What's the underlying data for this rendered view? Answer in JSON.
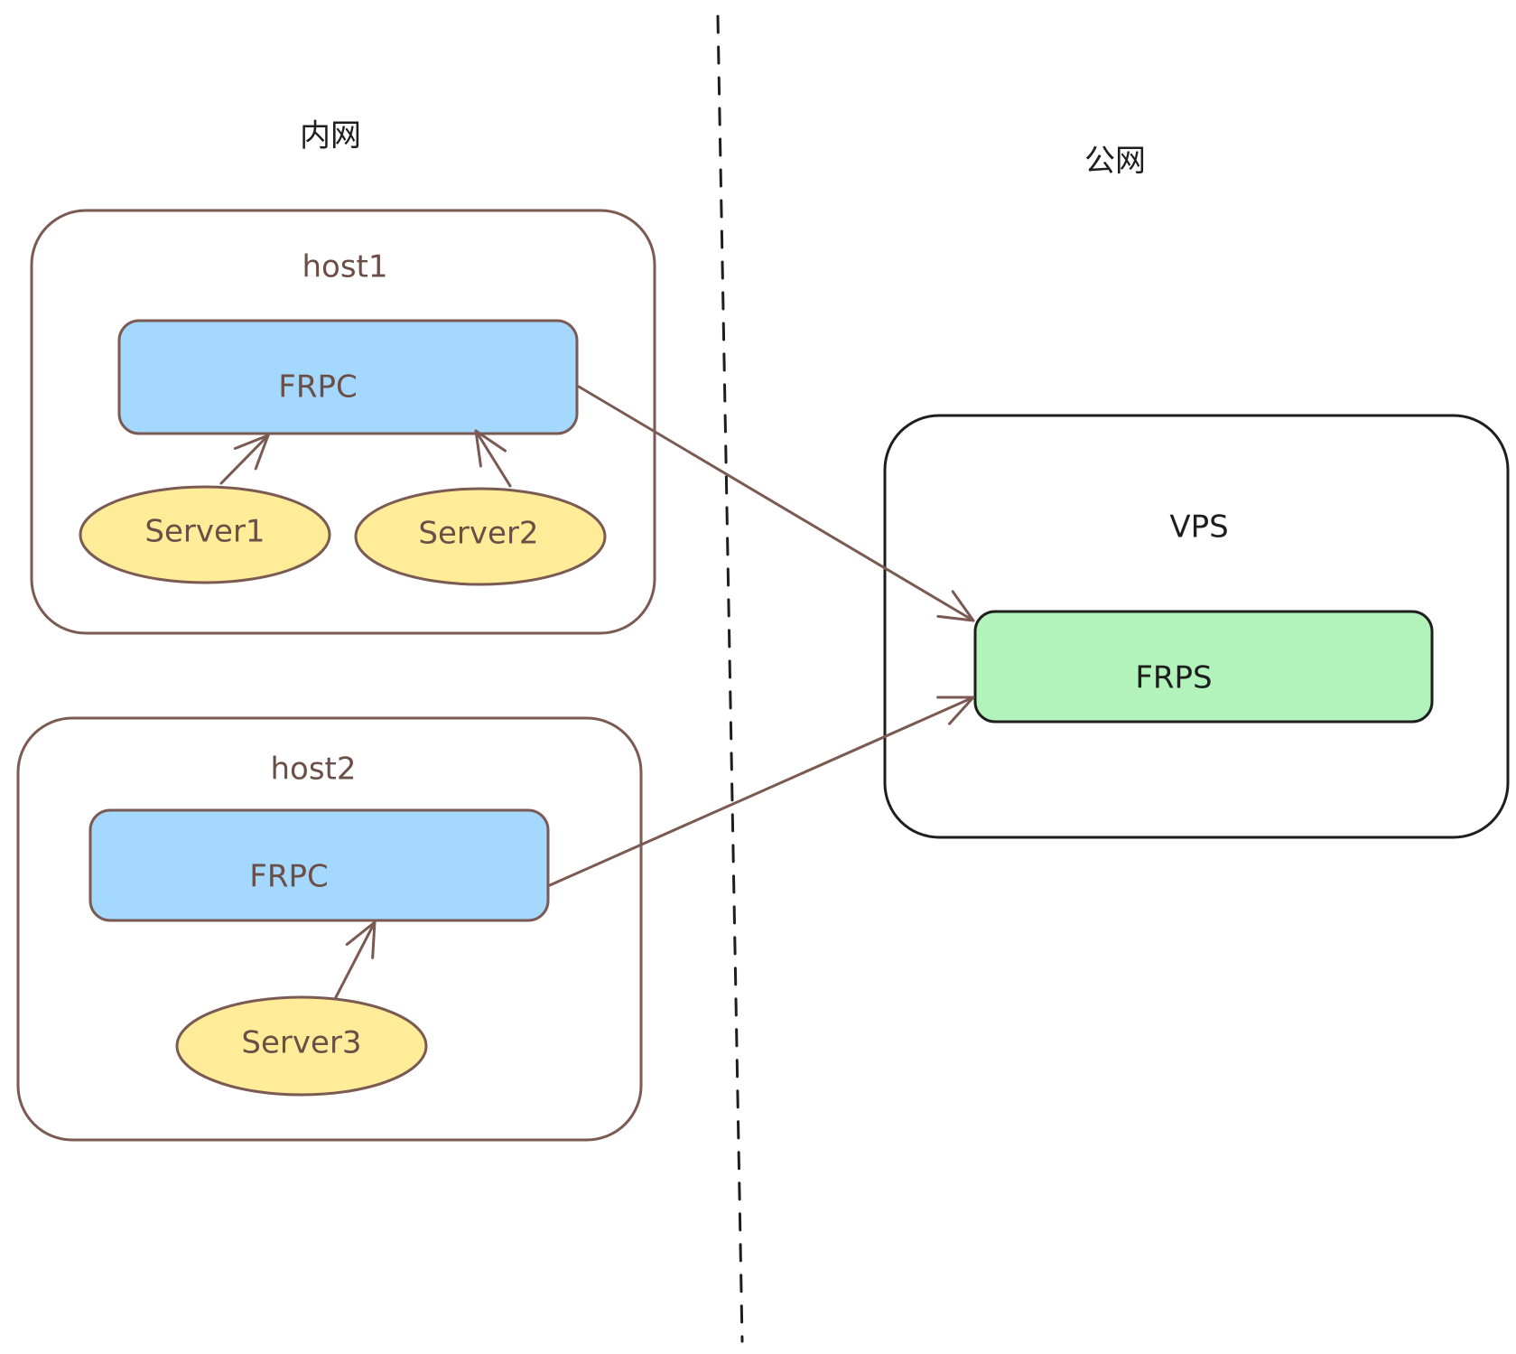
{
  "zones": {
    "private_label": "内网",
    "public_label": "公网"
  },
  "host1": {
    "title": "host1",
    "frpc_label": "FRPC",
    "server1_label": "Server1",
    "server2_label": "Server2"
  },
  "host2": {
    "title": "host2",
    "frpc_label": "FRPC",
    "server3_label": "Server3"
  },
  "vps": {
    "title": "VPS",
    "frps_label": "FRPS"
  },
  "colors": {
    "stroke_brown": "#7a5a52",
    "stroke_dark": "#1e1e1e",
    "frpc_fill": "#a5d8ff",
    "frps_fill": "#b2f2bb",
    "server_fill": "#ffec99",
    "text_brown": "#6b4f47"
  }
}
